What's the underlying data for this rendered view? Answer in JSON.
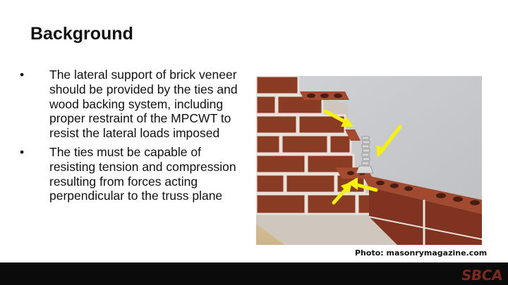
{
  "slide": {
    "title": "Background",
    "bullets": [
      "The lateral support of brick veneer should be provided by the ties and wood backing system, including proper restraint of the MPCWT to resist the lateral loads imposed",
      "The ties must be capable of resisting tension and compression resulting from forces acting perpendicular to the truss plane"
    ],
    "bullet_glyph": "•"
  },
  "photo": {
    "credit": "Photo: masonrymagazine.com",
    "arrow_color": "#f4f20c",
    "brick_color": "#8a3b24",
    "wall_color": "#c9c9cb"
  },
  "footer": {
    "logo_text": "SBCA",
    "bar_color": "#0b0b0b"
  }
}
